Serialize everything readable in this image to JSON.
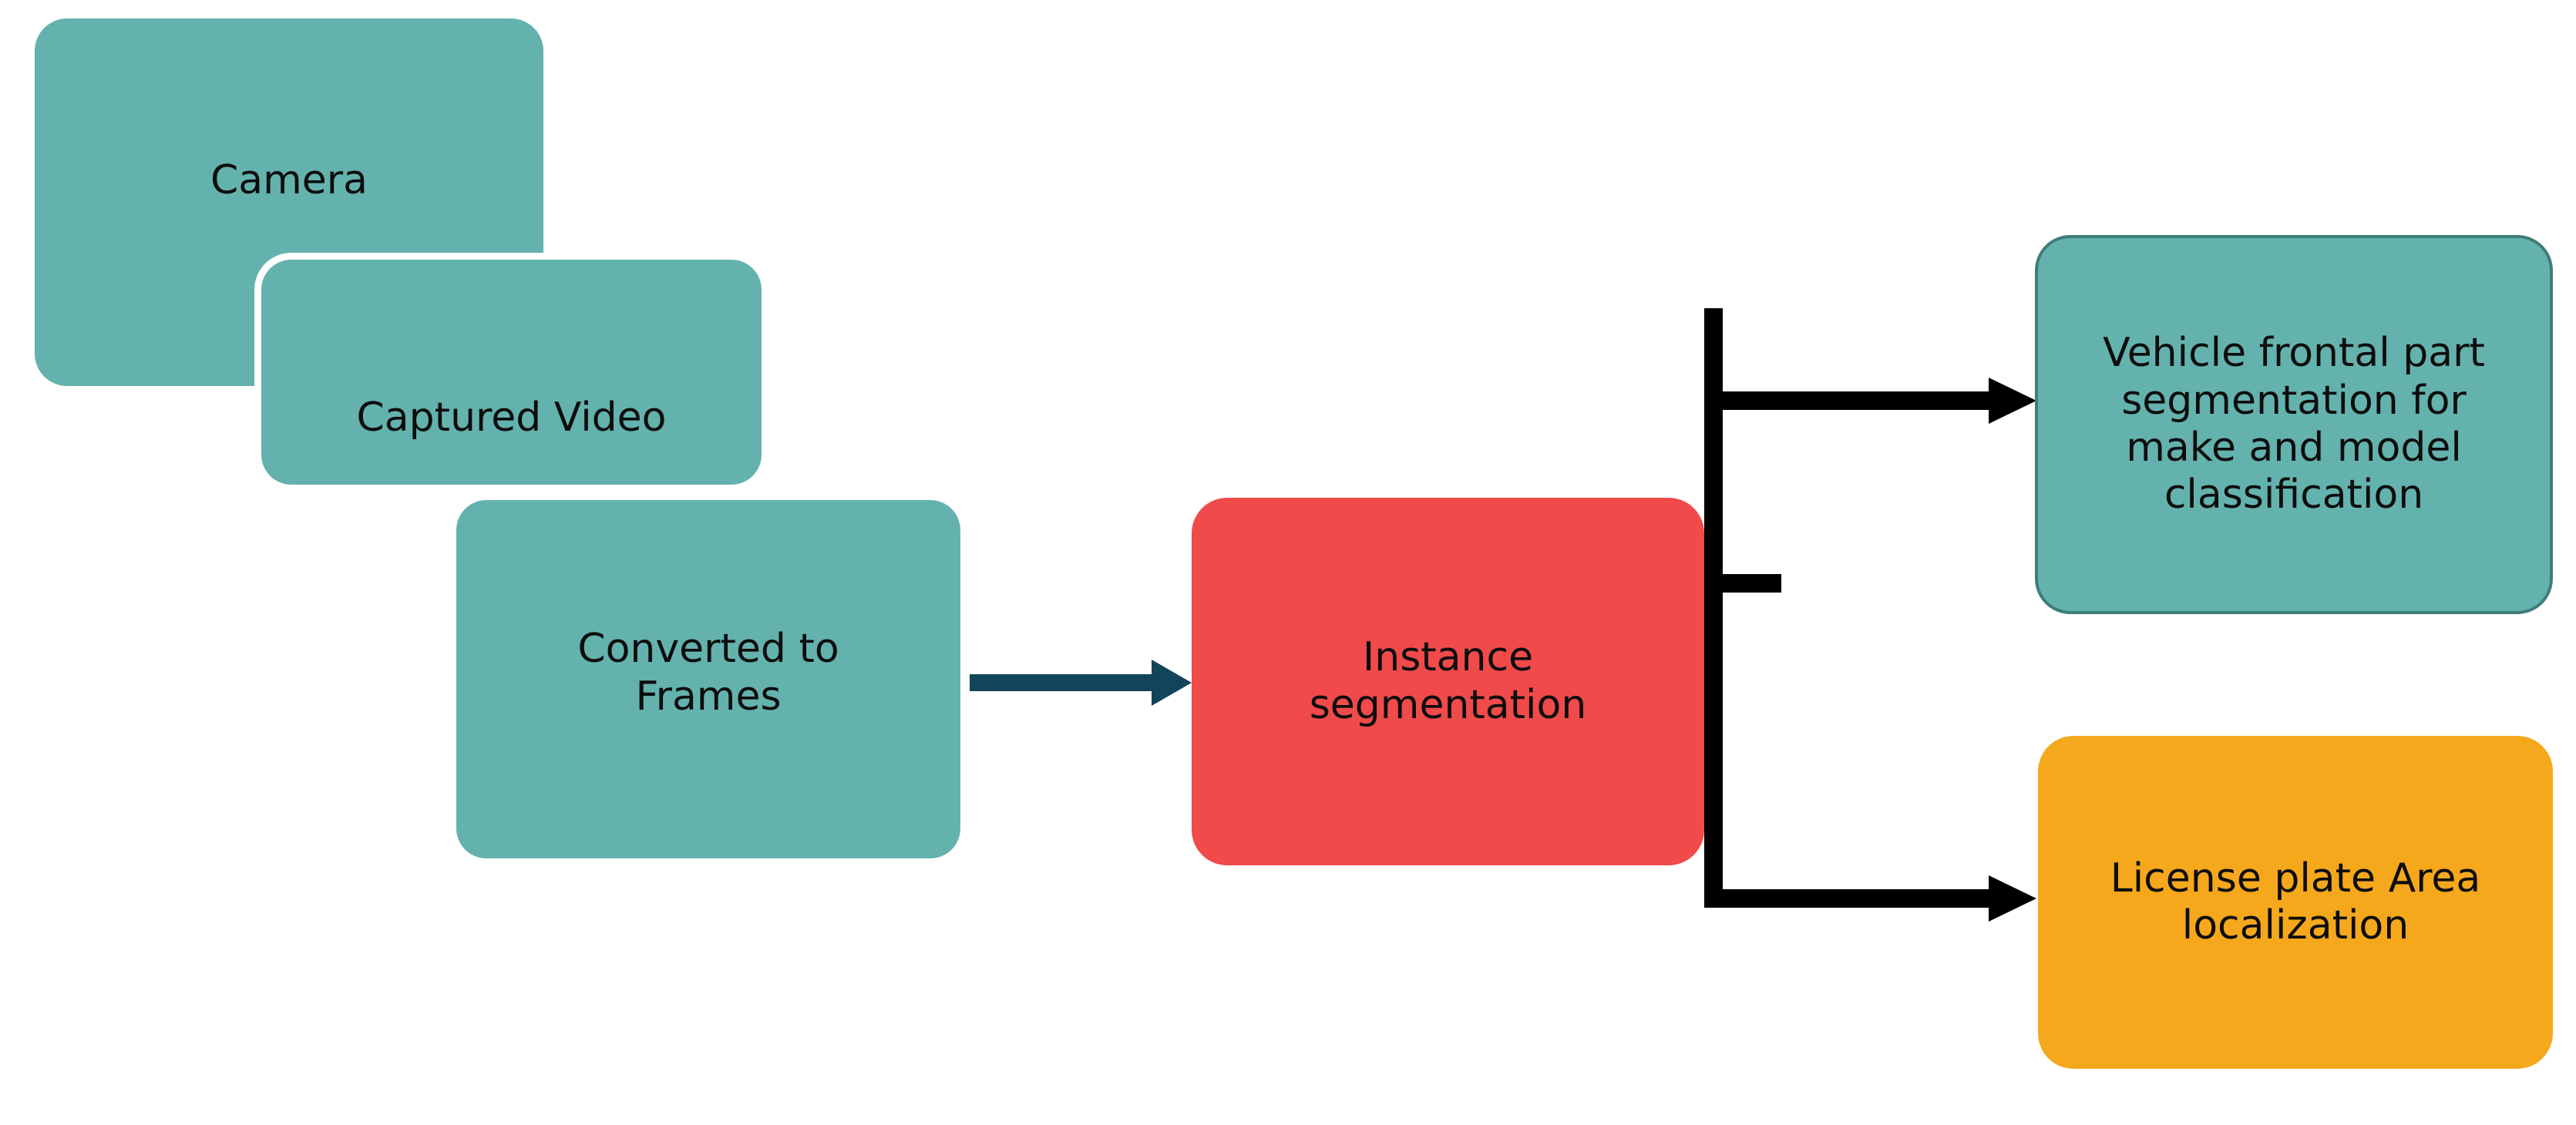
{
  "diagram": {
    "title": "Vehicle recognition pipeline flowchart",
    "background": "#ffffff",
    "colors": {
      "teal": "#64B2AE",
      "teal_border": "#3E7D79",
      "red": "#F04A4A",
      "orange": "#F5A81C",
      "arrow_dark_teal": "#12455A",
      "arrow_black": "#000000",
      "card_separator": "#ffffff",
      "text": "#0d0d0d"
    },
    "nodes": [
      {
        "id": "camera",
        "label": "Camera",
        "color": "#64B2AE",
        "shape": "rounded-rect"
      },
      {
        "id": "video",
        "label": "Captured Video",
        "color": "#64B2AE",
        "shape": "rounded-rect"
      },
      {
        "id": "frames",
        "label": "Converted to\nFrames",
        "color": "#64B2AE",
        "shape": "rounded-rect"
      },
      {
        "id": "instance",
        "label": "Instance\nsegmentation",
        "color": "#F04A4A",
        "shape": "rounded-rect"
      },
      {
        "id": "vehicle",
        "label": "Vehicle frontal part\nsegmentation for\nmake and model\nclassification",
        "color": "#64B2AE",
        "shape": "rounded-rect"
      },
      {
        "id": "plate",
        "label": "License plate Area\nlocalization",
        "color": "#F5A81C",
        "shape": "rounded-rect"
      }
    ],
    "edges": [
      {
        "id": "edge-frames-instance",
        "from": "frames",
        "to": "instance",
        "style": "straight-arrow",
        "color": "#12455A"
      },
      {
        "id": "edge-instance-vehicle",
        "from": "instance",
        "to": "vehicle",
        "style": "elbow-arrow",
        "color": "#000000"
      },
      {
        "id": "edge-instance-plate",
        "from": "instance",
        "to": "plate",
        "style": "elbow-arrow",
        "color": "#000000"
      }
    ]
  }
}
